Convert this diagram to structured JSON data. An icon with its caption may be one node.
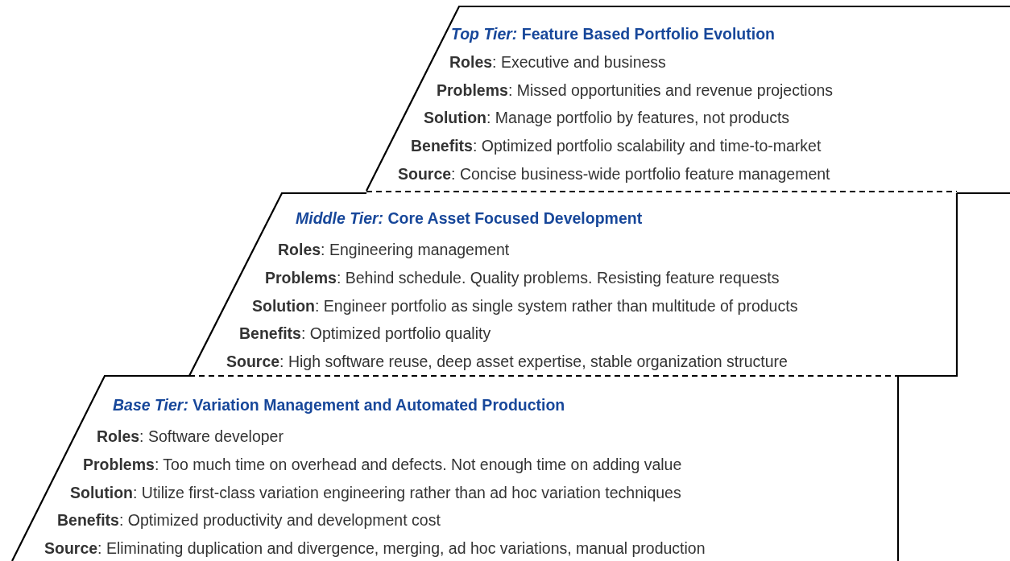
{
  "diagram": {
    "nodes": [
      {
        "text": [
          "*Top Tier:* Feature Based Portfolio Evolution",
          "**Roles**: Executive and business",
          "**Problems**: Missed opportunities and revenue projections",
          "**Solution**: Manage portfolio by features, not products",
          "**Benefits**: Optimized portfolio scalability and time-to-market",
          "**Source**: Concise business-wide portfolio feature management"
        ]
      },
      {
        "text": [
          "*Middle Tier:* Core Asset Focused Development",
          "**Roles**: Engineering management",
          "**Problems**: Behind schedule. Quality problems. Resisting feature requests",
          "**Solution**: Engineer portfolio as single system rather than multitude of products",
          "**Benefits**: Optimized portfolio quality",
          "**Source**: High software reuse, deep asset expertise, stable organization structure"
        ]
      },
      {
        "text": [
          "*Base Tier:* Variation Management and Automated Production",
          "**Roles**: Software developer",
          "**Problems**: Too much time on overhead and defects. Not enough time on adding value",
          "**Solution**: Utilize first-class variation engineering rather than ad hoc variation techniques",
          "**Benefits**: Optimized productivity and development cost",
          "**Source**: Eliminating duplication and divergence, merging, ad hoc variations, manual production"
        ]
      }
    ]
  }
}
